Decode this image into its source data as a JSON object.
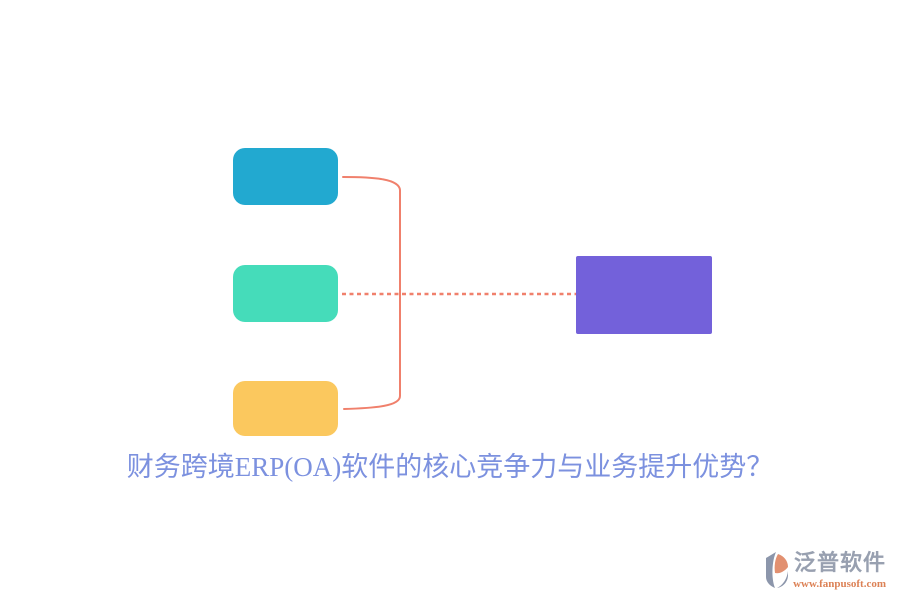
{
  "canvas": {
    "background": "#ffffff"
  },
  "title": {
    "text": "财务跨境ERP(OA)软件的核心竞争力与业务提升优势？",
    "color": "#7C91DF"
  },
  "diagram": {
    "connector_color": "#F0806C",
    "source_nodes": [
      {
        "role": "source-item-1",
        "label": "",
        "color": "#22A9D0"
      },
      {
        "role": "source-item-2",
        "label": "",
        "color": "#45DCBA"
      },
      {
        "role": "source-item-3",
        "label": "",
        "color": "#FBC85E"
      }
    ],
    "target_node": {
      "role": "target-item",
      "label": "",
      "color": "#7361DA"
    }
  },
  "logo": {
    "name": "泛普软件",
    "name_color": "#98A0B0",
    "url": "www.fanpusoft.com",
    "url_color": "#DC8155",
    "icon_gray": "#8C96AB",
    "icon_orange": "#E29070"
  }
}
